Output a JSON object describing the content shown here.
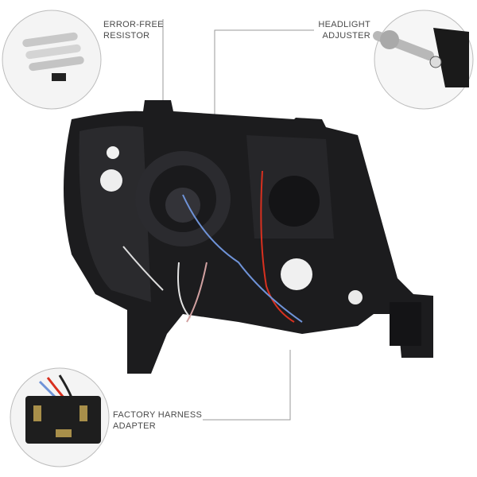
{
  "callouts": {
    "resistor": {
      "line1": "ERROR-FREE",
      "line2": "RESISTOR"
    },
    "adjuster": {
      "line1": "HEADLIGHT",
      "line2": "ADJUSTER"
    },
    "harness": {
      "line1": "FACTORY HARNESS",
      "line2": "ADAPTER"
    }
  },
  "colors": {
    "housing": "#1c1c1e",
    "callout_line": "#9a9a9a",
    "wire_red": "#d8301f",
    "wire_blue": "#6f93d8"
  }
}
